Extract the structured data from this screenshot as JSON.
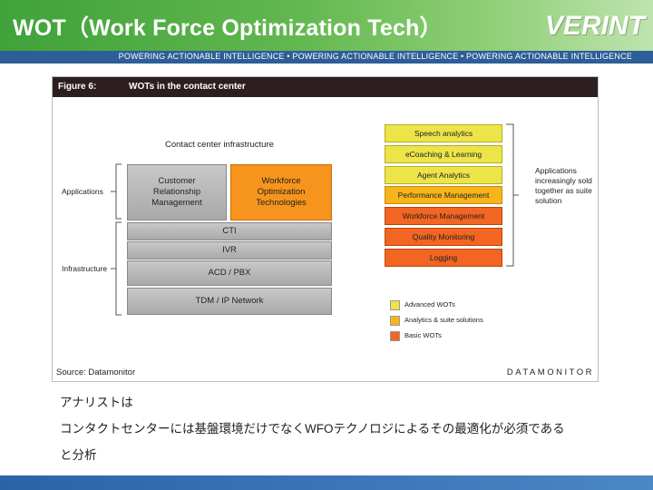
{
  "header": {
    "title": "WOT（Work Force Optimization Tech）",
    "logo": "VERINT",
    "tagline": "POWERING ACTIONABLE INTELLIGENCE • POWERING ACTIONABLE INTELLIGENCE • POWERING ACTIONABLE INTELLIGENCE"
  },
  "figure": {
    "label": "Figure 6:",
    "caption": "WOTs in the contact center",
    "infrastructure_title": "Contact center infrastructure",
    "side_applications": "Applications",
    "side_infrastructure": "Infrastructure",
    "crm": "Customer Relationship Management",
    "wot": "Workforce Optimization Technologies",
    "layers": [
      "CTI",
      "IVR",
      "ACD / PBX",
      "TDM / IP Network"
    ],
    "stack": [
      {
        "label": "Speech analytics",
        "level": "advanced"
      },
      {
        "label": "eCoaching & Learning",
        "level": "advanced"
      },
      {
        "label": "Agent Analytics",
        "level": "advanced"
      },
      {
        "label": "Performance Management",
        "level": "suite"
      },
      {
        "label": "Workforce Management",
        "level": "basic"
      },
      {
        "label": "Quality Monitoring",
        "level": "basic"
      },
      {
        "label": "Logging",
        "level": "basic"
      }
    ],
    "right_note": "Applications increasingly sold together as suite solution",
    "legend": [
      {
        "label": "Advanced WOTs",
        "color": "#ede44a"
      },
      {
        "label": "Analytics & suite solutions",
        "color": "#f7b51b"
      },
      {
        "label": "Basic WOTs",
        "color": "#f26522"
      }
    ],
    "source": "Source: Datamonitor",
    "brand": "DATAMONITOR"
  },
  "body_text": {
    "line1": "アナリストは",
    "line2": "コンタクトセンターには基盤環境だけでなくWFOテクノロジによるその最適化が必須である",
    "line3": "と分析"
  }
}
